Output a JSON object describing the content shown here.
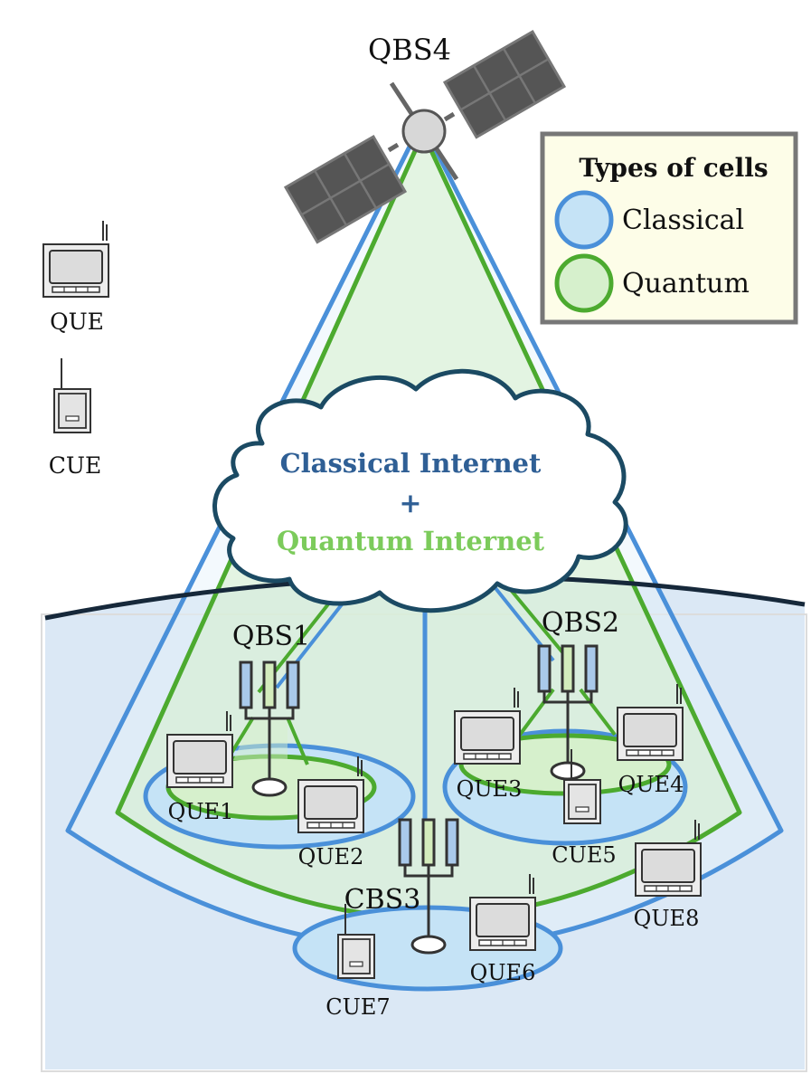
{
  "satellite": {
    "label": "QBS4"
  },
  "legend": {
    "title": "Types of cells",
    "items": [
      {
        "label": "Classical",
        "fill": "#c5e3f6",
        "stroke": "#4a90d9"
      },
      {
        "label": "Quantum",
        "fill": "#d6f0cc",
        "stroke": "#4caa2f"
      }
    ]
  },
  "key": {
    "que_label": "QUE",
    "cue_label": "CUE"
  },
  "cloud": {
    "line1": "Classical Internet",
    "plus": "+",
    "line2": "Quantum Internet",
    "line1_color": "#2f5f95",
    "line2_color": "#7ccb5b"
  },
  "base_stations": {
    "qbs1": "QBS1",
    "qbs2": "QBS2",
    "cbs3": "CBS3"
  },
  "devices": {
    "que1": "QUE1",
    "que2": "QUE2",
    "que3": "QUE3",
    "que4": "QUE4",
    "cue5": "CUE5",
    "que6": "QUE6",
    "cue7": "CUE7",
    "que8": "QUE8"
  },
  "colors": {
    "classical_stroke": "#4a90d9",
    "classical_fill": "#c5e3f6",
    "quantum_stroke": "#4caa2f",
    "quantum_fill": "#d6f0cc",
    "ground": "#dbe8f5",
    "legend_bg": "#fdfde8",
    "cloud_stroke": "#1b4a63"
  }
}
